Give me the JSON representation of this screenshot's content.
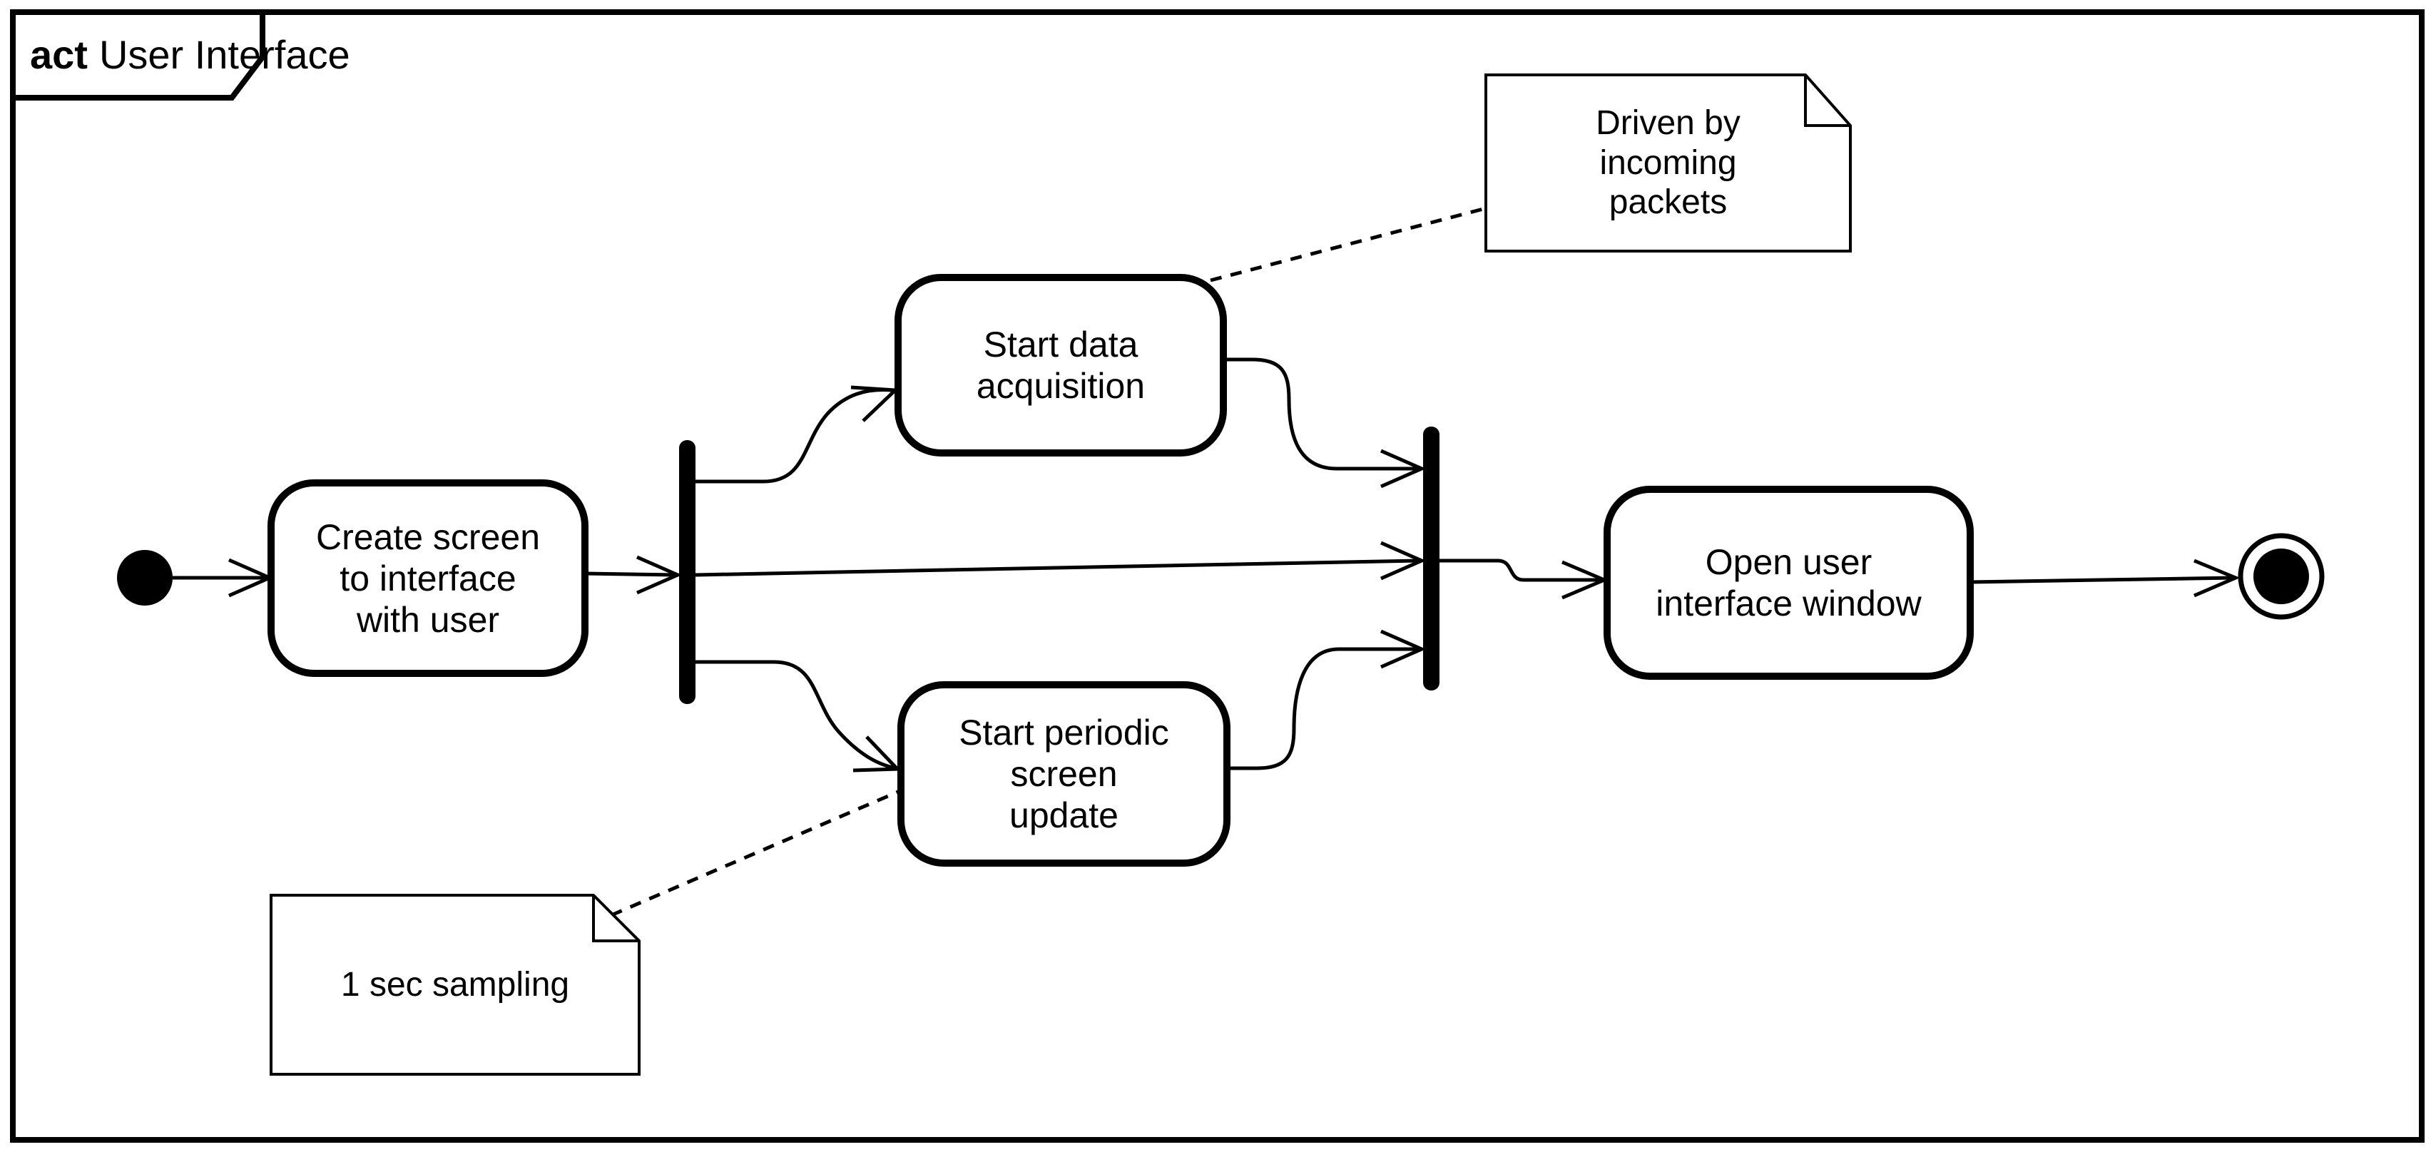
{
  "colors": {
    "ink": "#000000",
    "paper": "#ffffff"
  },
  "frame": {
    "keyword": "act",
    "title": "User Interface"
  },
  "activities": {
    "create_screen": {
      "label": "Create screen\nto interface\nwith user"
    },
    "start_data": {
      "label": "Start data\nacquisition"
    },
    "start_periodic": {
      "label": "Start periodic\nscreen\nupdate"
    },
    "open_window": {
      "label": "Open user\ninterface window"
    }
  },
  "control_nodes": {
    "initial": "initial-node",
    "fork": "fork-bar",
    "join": "join-bar",
    "final": "activity-final-node"
  },
  "notes": {
    "driven_by": {
      "text": "Driven by\nincoming\npackets",
      "attached_to": "start_data"
    },
    "sampling": {
      "text": "1 sec sampling",
      "attached_to": "start_periodic"
    }
  },
  "edges": [
    {
      "from": "initial",
      "to": "create_screen",
      "style": "solid-arrow"
    },
    {
      "from": "create_screen",
      "to": "fork",
      "style": "solid-arrow"
    },
    {
      "from": "fork",
      "to": "start_data",
      "style": "solid-arrow"
    },
    {
      "from": "fork",
      "to": "join",
      "style": "solid-arrow"
    },
    {
      "from": "fork",
      "to": "start_periodic",
      "style": "solid-arrow"
    },
    {
      "from": "start_data",
      "to": "join",
      "style": "solid-arrow"
    },
    {
      "from": "start_periodic",
      "to": "join",
      "style": "solid-arrow"
    },
    {
      "from": "join",
      "to": "open_window",
      "style": "solid-arrow"
    },
    {
      "from": "open_window",
      "to": "final",
      "style": "solid-arrow"
    },
    {
      "from": "driven_by",
      "to": "start_data",
      "style": "dashed"
    },
    {
      "from": "sampling",
      "to": "start_periodic",
      "style": "dashed"
    }
  ]
}
